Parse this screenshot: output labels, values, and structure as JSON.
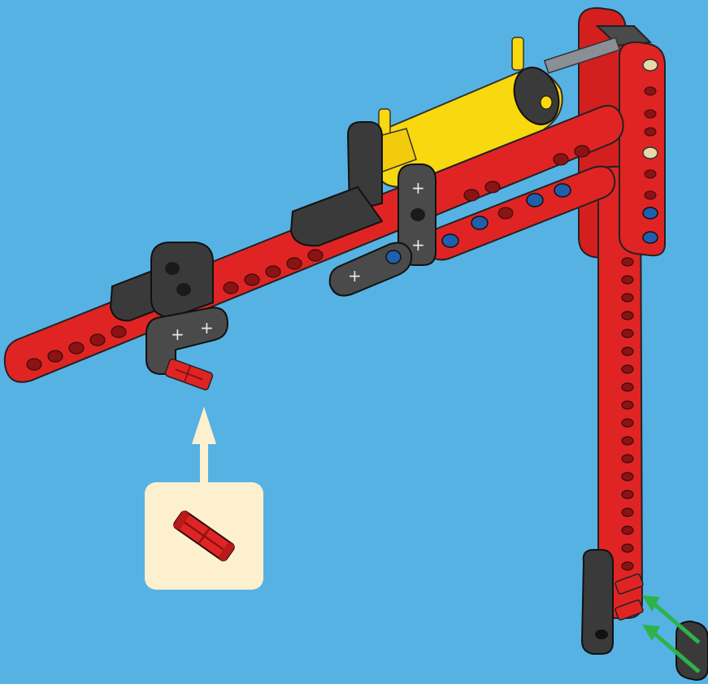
{
  "scene": {
    "background": "#57b2e4",
    "subject": "lego-technic-pneumatic-arm",
    "callout": {
      "part": "red-axle-connector",
      "quantity": 1,
      "background": "#fdf0cf",
      "arrow_color": "#fdf0cf"
    },
    "insertion_arrows": {
      "count": 2,
      "color": "#2db34a"
    },
    "colors": {
      "beam": "#e02424",
      "cylinder": "#f8d80e",
      "connector_dark": "#3a3a3a",
      "pin_blue": "#1f5fae",
      "pin_tan": "#e8d9a8"
    }
  }
}
